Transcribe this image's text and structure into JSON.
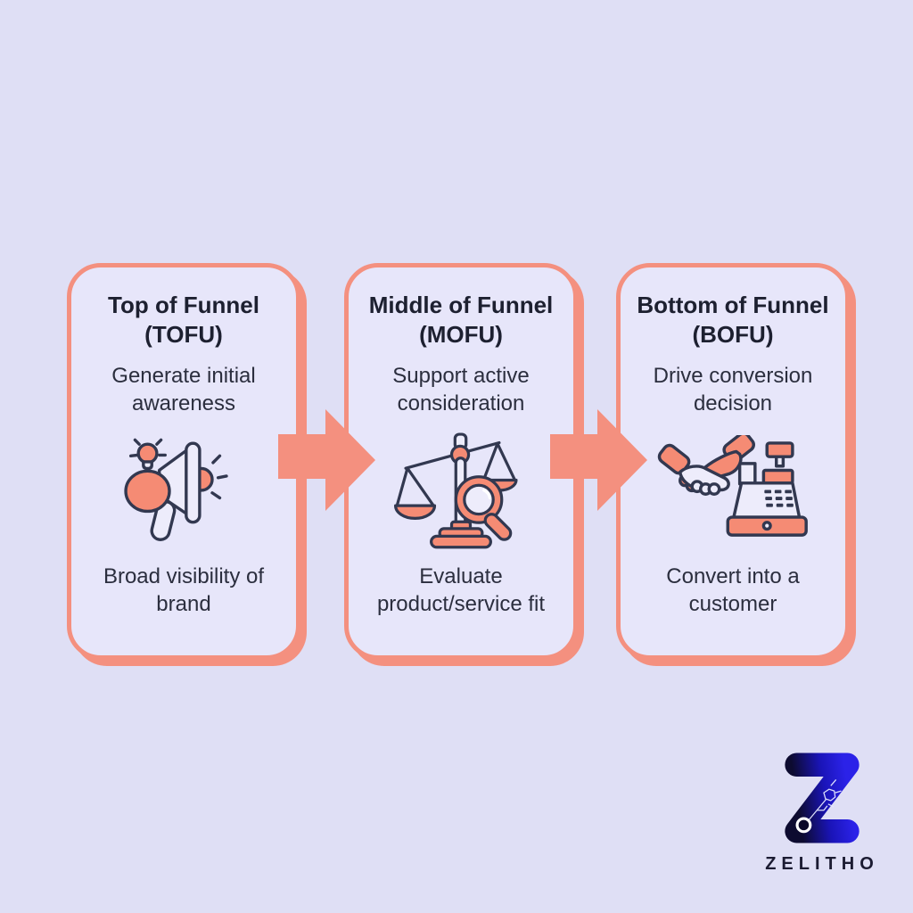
{
  "page": {
    "background_color": "#dfdff5",
    "accent_color": "#f4907f",
    "card_fill_color": "#e7e6fa",
    "outline_color": "#323850"
  },
  "funnel_stages": [
    {
      "title": "Top of Funnel\n(TOFU)",
      "subtitle": "Generate initial\nawareness",
      "icon": "megaphone-lightbulb-icon",
      "outcome": "Broad visibility of\nbrand"
    },
    {
      "title": "Middle of Funnel\n(MOFU)",
      "subtitle": "Support active\nconsideration",
      "icon": "balance-scale-magnifier-icon",
      "outcome": "Evaluate\nproduct/service fit"
    },
    {
      "title": "Bottom of Funnel\n(BOFU)",
      "subtitle": "Drive conversion\ndecision",
      "icon": "handshake-cash-register-icon",
      "outcome": "Convert into a\ncustomer"
    }
  ],
  "arrows": [
    {
      "name": "arrow-tofu-to-mofu",
      "color": "#f4907f"
    },
    {
      "name": "arrow-mofu-to-bofu",
      "color": "#f4907f"
    }
  ],
  "brand": {
    "logo_text": "ZELITHO",
    "logo_icon": "zelitho-z-logo",
    "logo_dark_color": "#0d0b30",
    "logo_blue_color": "#2b22e8",
    "logo_text_color": "#1b1b32"
  }
}
